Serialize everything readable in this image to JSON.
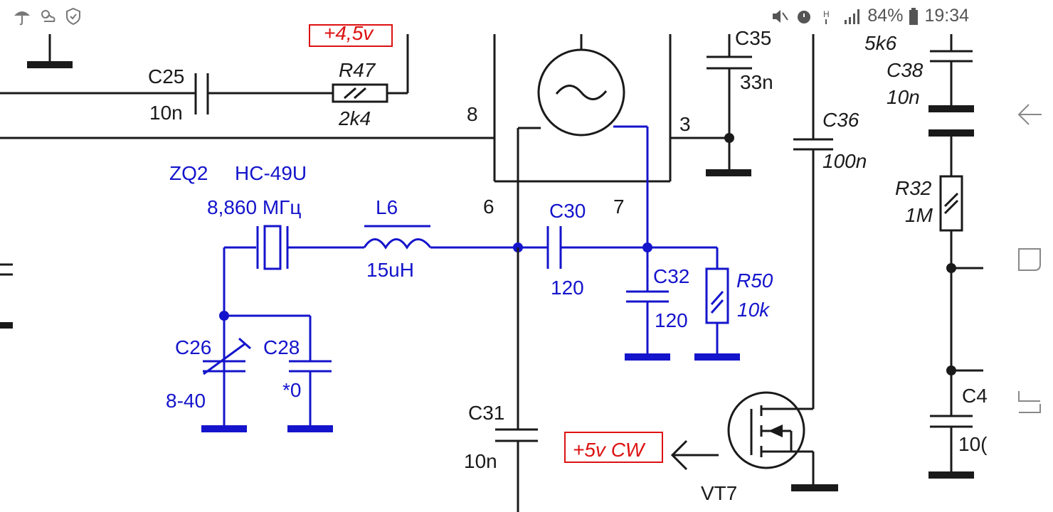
{
  "status_bar": {
    "left_icons": [
      "umbrella-icon",
      "weather-icon",
      "shield-check-icon"
    ],
    "right_icons": [
      "mute-icon",
      "alarm-icon",
      "h-plus-icon",
      "signal-icon",
      "battery-icon"
    ],
    "battery": "84%",
    "time": "19:34"
  },
  "schematic": {
    "top_fragment_label": "+4,5v",
    "c25": {
      "name": "C25",
      "value": "10n"
    },
    "r47": {
      "name": "R47",
      "value": "2k4"
    },
    "pin8": "8",
    "pin3": "3",
    "pin6": "6",
    "pin7": "7",
    "c35": {
      "name": "C35",
      "value": "33n"
    },
    "r_top_right_value": "5k6",
    "c38": {
      "name": "C38",
      "value": "10n"
    },
    "c36": {
      "name": "C36",
      "value": "100n"
    },
    "r32": {
      "name": "R32",
      "value": "1M"
    },
    "zq2": {
      "name": "ZQ2",
      "type": "HC-49U",
      "freq": "8,860 МГц"
    },
    "l6": {
      "name": "L6",
      "value": "15uH"
    },
    "c30": {
      "name": "C30",
      "value": "120"
    },
    "c32": {
      "name": "C32",
      "value": "120"
    },
    "r50": {
      "name": "R50",
      "value": "10k"
    },
    "c26": {
      "name": "C26",
      "value": "8-40"
    },
    "c28": {
      "name": "C28",
      "value": "*0"
    },
    "c31": {
      "name": "C31",
      "value": "10n"
    },
    "supply_label": "+5v CW",
    "vt7": {
      "name": "VT7"
    },
    "c4_fragment": "C4",
    "c4_value_fragment": "10("
  },
  "nav": [
    "back-icon",
    "home-icon",
    "recent-apps-icon"
  ],
  "colors": {
    "black": "#1a1a1a",
    "blue": "#1414cc",
    "red": "#dd1111",
    "nav": "#888888"
  }
}
